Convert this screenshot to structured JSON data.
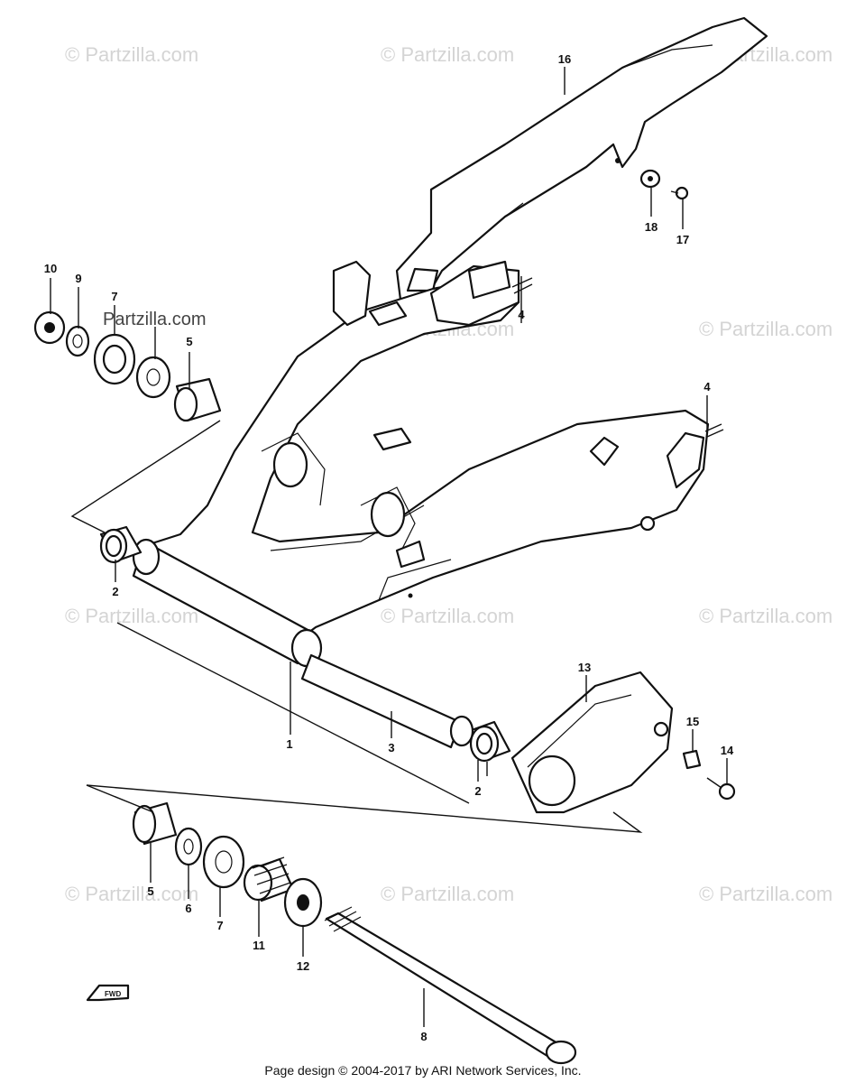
{
  "watermark": "© Partzilla.com",
  "watermark_highlight": "Partzilla.com",
  "footer": "Page design © 2004-2017 by ARI Network Services, Inc.",
  "fwd_label": "FWD",
  "callouts": [
    "1",
    "2",
    "2",
    "3",
    "4",
    "4",
    "5",
    "5",
    "6",
    "7",
    "7",
    "8",
    "9",
    "10",
    "11",
    "12",
    "13",
    "14",
    "15",
    "16",
    "17",
    "18"
  ]
}
